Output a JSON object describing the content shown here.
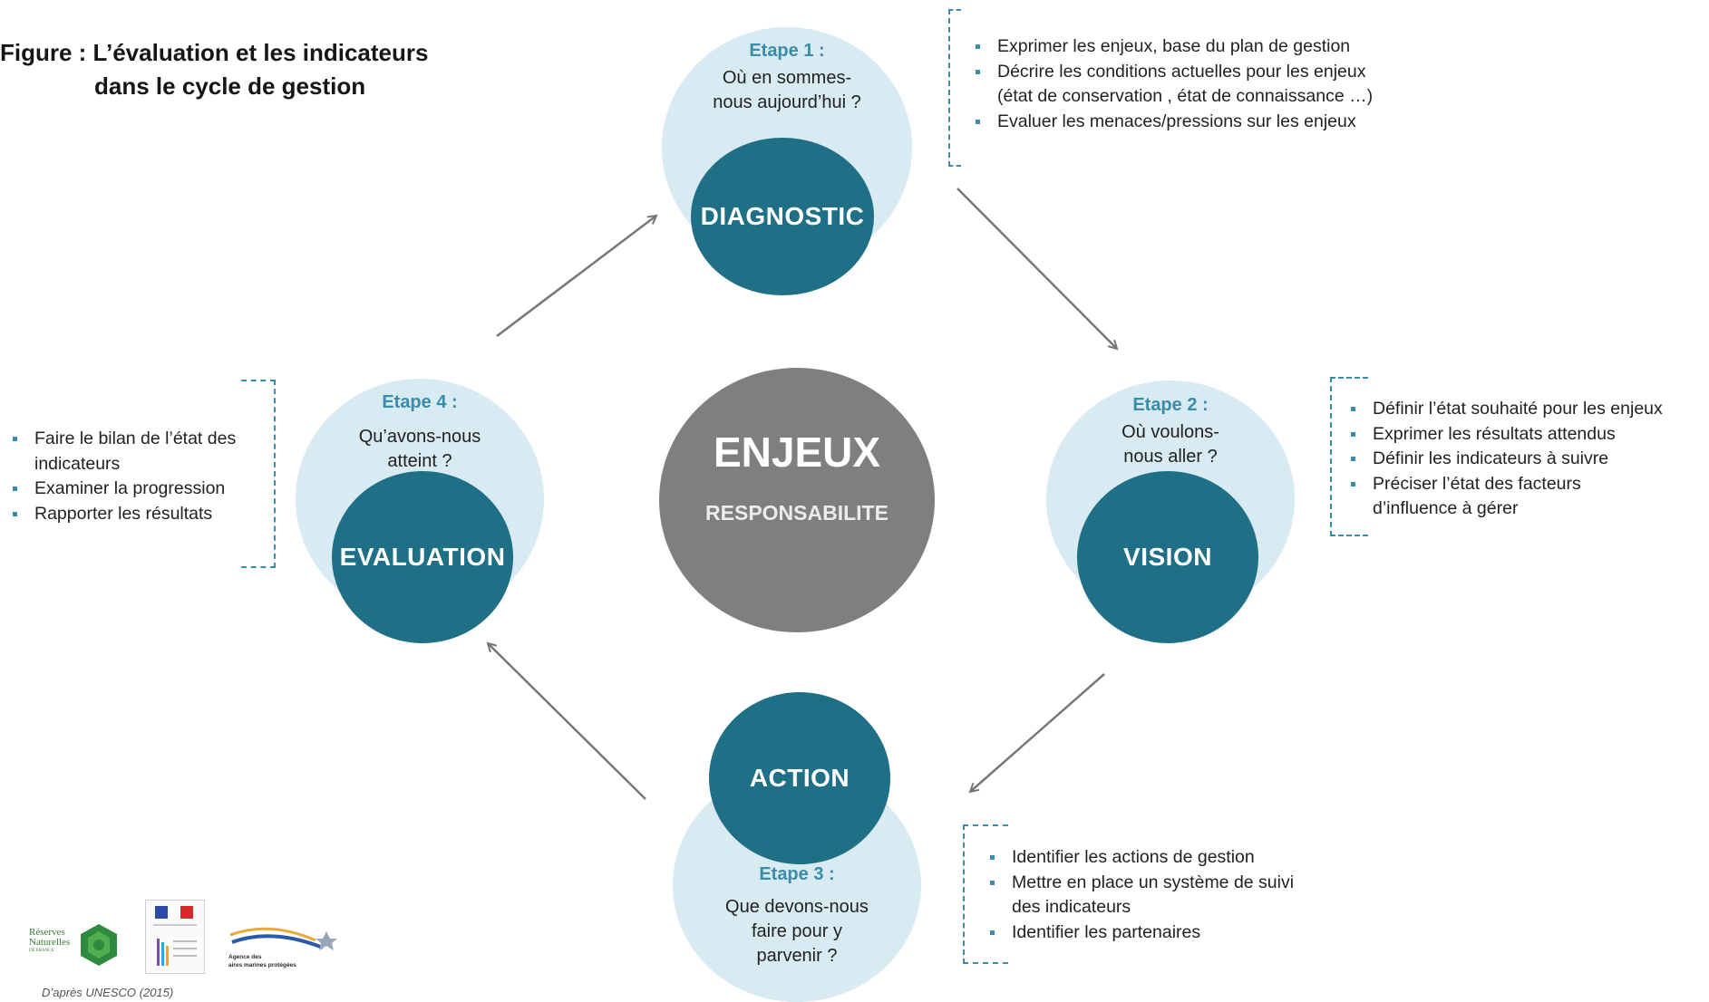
{
  "title": {
    "line1": "Figure :  L’évaluation et les indicateurs",
    "line2": "dans le  cycle de gestion"
  },
  "center": {
    "title": "ENJEUX",
    "subtitle": "RESPONSABILITE"
  },
  "steps": [
    {
      "head": "Etape 1 :",
      "question": [
        "Où en sommes-",
        "nous aujourd’hui ?"
      ],
      "label": "DIAGNOSTIC"
    },
    {
      "head": "Etape 2 :",
      "question": [
        "Où voulons-",
        "nous aller ?"
      ],
      "label": "VISION"
    },
    {
      "head": "Etape 3 :",
      "question": [
        "Que devons-nous",
        "faire pour  y",
        "parvenir ?"
      ],
      "label": "ACTION"
    },
    {
      "head": "Etape 4 :",
      "question": [
        "Qu’avons-nous",
        "atteint ?"
      ],
      "label": "EVALUATION"
    }
  ],
  "lists": {
    "diagnostic": [
      "Exprimer les enjeux, base du plan de gestion",
      "Décrire les conditions actuelles pour les enjeux",
      "(état de conservation , état de connaissance …)",
      "Evaluer les menaces/pressions  sur les enjeux"
    ],
    "vision": [
      "Définir l’état souhaité pour les enjeux",
      "Exprimer les résultats attendus",
      "Définir les indicateurs à suivre",
      "Préciser l’état des facteurs",
      "d’influence à gérer"
    ],
    "action": [
      "Identifier les actions de gestion",
      "Mettre en place un système de suivi",
      "des indicateurs",
      "Identifier les partenaires"
    ],
    "evaluation": [
      "Faire le bilan de l’état des",
      "indicateurs",
      "Examiner la progression",
      "Rapporter les résultats"
    ]
  },
  "logos": {
    "reserves": [
      "Réserves",
      "Naturelles",
      "DE FRANCE"
    ],
    "agence": [
      "Agence des",
      "aires marines protégées"
    ]
  },
  "source": "D’après UNESCO (2015)",
  "colors": {
    "teal": "#1f6f87",
    "light_teal": "#d8eaf2",
    "accent": "#3a8ca8",
    "gray": "#7f7f7f",
    "arrow": "#777777"
  }
}
